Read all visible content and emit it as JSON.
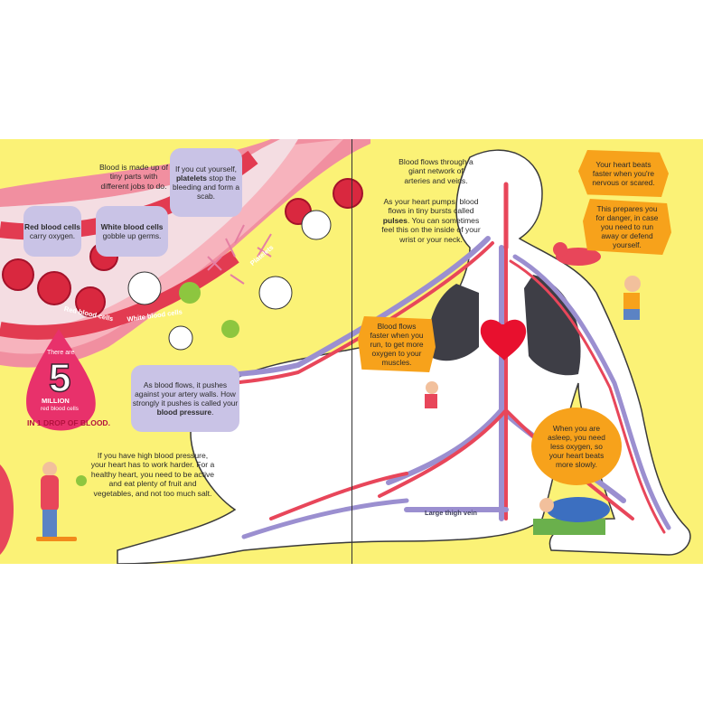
{
  "left_page": {
    "intro": "Blood is made up of tiny parts with different jobs to do.",
    "platelets_bubble_pre": "If you cut yourself,",
    "platelets_bubble_bold": "platelets",
    "platelets_bubble_post": "stop the bleeding and form a scab.",
    "red_bubble_bold": "Red blood cells",
    "red_bubble_post": "carry oxygen.",
    "white_bubble_bold": "White blood cells",
    "white_bubble_post": "gobble up germs.",
    "label_red": "Red blood cells",
    "label_white": "White blood cells",
    "label_platelets": "Platelets",
    "drop_line_1": "There are",
    "drop_number": "5",
    "drop_line_2": "MILLION",
    "drop_line_3": "red blood cells",
    "drop_line_4": "IN 1 DROP OF BLOOD.",
    "pressure_bubble_pre": "As blood flows, it pushes against your artery walls. How strongly it pushes is called your",
    "pressure_bubble_bold": "blood pressure",
    "pressure_bubble_post": ".",
    "healthy_text": "If you have high blood pressure, your heart has to work harder. For a healthy heart, you need to be active and eat plenty of fruit and vegetables, and not too much salt."
  },
  "right_page": {
    "network_text": "Blood flows through a giant network of arteries and veins.",
    "pulses_pre": "As your heart pumps, blood flows in tiny bursts called",
    "pulses_bold": "pulses",
    "pulses_post": ". You can sometimes feel this on the inside of your wrist or your neck.",
    "nervous_bubble": "Your heart beats faster when you're nervous or scared.",
    "danger_bubble": "This prepares you for danger, in case you need to run away or defend yourself.",
    "run_bubble": "Blood flows faster when you run, to get more oxygen to your muscles.",
    "asleep_bubble": "When you are asleep, you need less oxygen, so your heart beats more slowly.",
    "thigh_label": "Large thigh vein"
  },
  "colors": {
    "page_background": "#fbf276",
    "blood_vessel": "#e8465a",
    "vein": "#9b8fd0",
    "speech_bubble_grey": "#c9c3e6",
    "speech_bubble_orange": "#f7a21b",
    "drop_pink": "#e8316b"
  },
  "icons": [
    "blood-drop-icon",
    "heart-icon",
    "lungs-icon",
    "dog-icon",
    "skateboard-icon",
    "bed-icon",
    "apple-icon"
  ]
}
